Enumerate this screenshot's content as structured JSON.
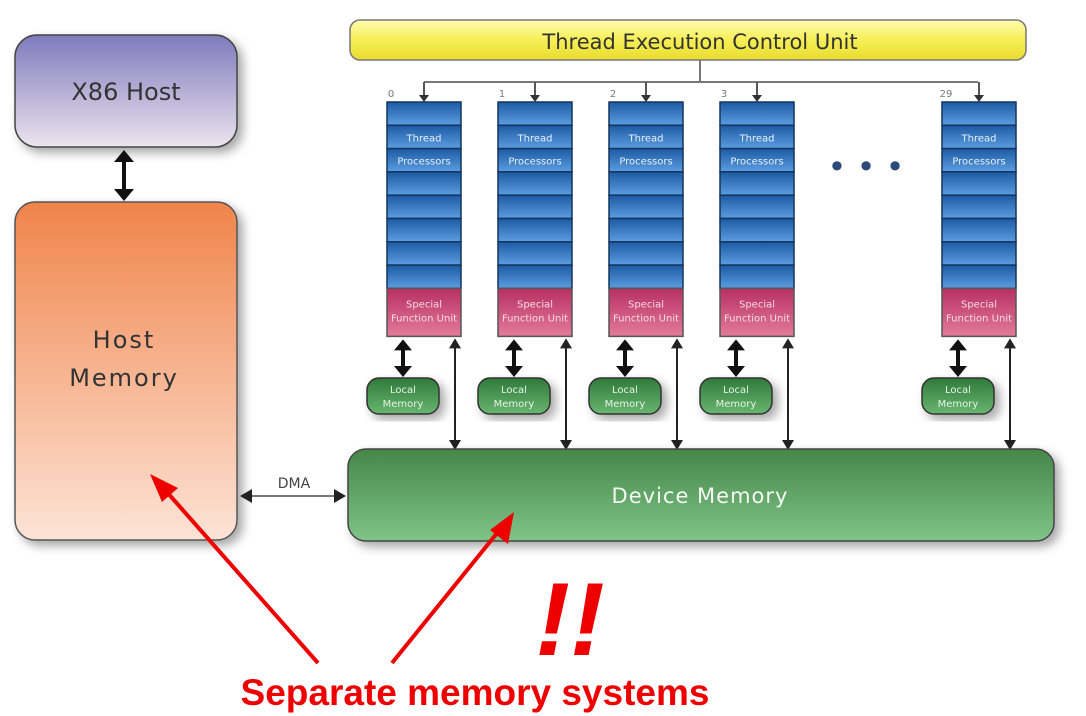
{
  "host": {
    "x86_label": "X86 Host",
    "memory_line1": "Host",
    "memory_line2": "Memory"
  },
  "gpu": {
    "control_unit_label": "Thread Execution Control Unit",
    "processor_label_line1": "Thread",
    "processor_label_line2": "Processors",
    "sfu_line1": "Special",
    "sfu_line2": "Function Unit",
    "local_mem_line1": "Local",
    "local_mem_line2": "Memory",
    "processor_indices": [
      "0",
      "1",
      "2",
      "3",
      "29"
    ],
    "ellipsis": "• • •",
    "device_memory_label": "Device Memory"
  },
  "links": {
    "dma_label": "DMA"
  },
  "annotation": {
    "caption": "Separate memory systems",
    "exclaim": "!!"
  },
  "colors": {
    "control_unit_fill": "#f7f36a",
    "processor_blue": "#2f6db5",
    "sfu_pink": "#c4436e",
    "local_mem_green": "#3f8a4a",
    "device_mem_green": "#58a060",
    "host_mem_orange": "#f0894f",
    "x86_purple": "#8a86c0",
    "annotation_red": "#ee0000"
  }
}
